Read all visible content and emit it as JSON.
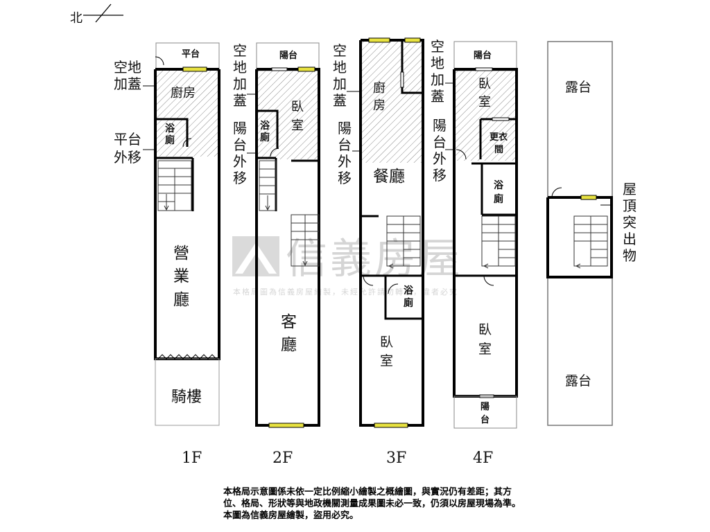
{
  "compass": {
    "north_label": "北"
  },
  "watermark": {
    "brand": "信義房屋",
    "notice": "本格局圖為信義房屋繪製，未經允許請勿轉載，違者必究"
  },
  "floors": {
    "f1": {
      "label": "1F",
      "platform": "平台",
      "add_on": "空地加蓋",
      "kitchen": "廚房",
      "bath": "浴廁",
      "platform_moved": "平台外移",
      "business_hall": "營業廳",
      "arcade": "騎樓"
    },
    "f2": {
      "label": "2F",
      "balcony": "陽台",
      "add_on": "空地加蓋",
      "bedroom": "臥室",
      "bath": "浴廁",
      "balcony_moved": "陽台外移",
      "living_room": "客廳"
    },
    "f3": {
      "label": "3F",
      "add_on": "空地加蓋",
      "kitchen": "廚房",
      "balcony_moved": "陽台外移",
      "dining_room": "餐廳",
      "bath": "浴廁",
      "bedroom": "臥室"
    },
    "f4": {
      "label": "4F",
      "balcony_top": "陽台",
      "add_on": "空地加蓋",
      "bedroom_top": "臥室",
      "closet": "更衣間",
      "balcony_moved": "陽台外移",
      "bath": "浴廁",
      "bedroom_main": "臥室",
      "balcony_bottom": "陽台"
    },
    "roof": {
      "terrace_top": "露台",
      "rooftop_structure": "屋頂突出物",
      "terrace_bottom": "露台"
    }
  },
  "disclaimer": {
    "line1": "本格局示意圖係未依一定比例縮小繪製之概繪圖，與實況仍有差距；其方",
    "line2": "位、格局、形狀等與地政機關測量成果圖未必一致，仍須以房屋現場為準。",
    "line3": "本圖為信義房屋繪製，盜用必究。"
  },
  "colors": {
    "wall": "#000000",
    "window_fill": "#e8e240",
    "hatch": "#777777",
    "watermark": "#b4b4b4"
  }
}
